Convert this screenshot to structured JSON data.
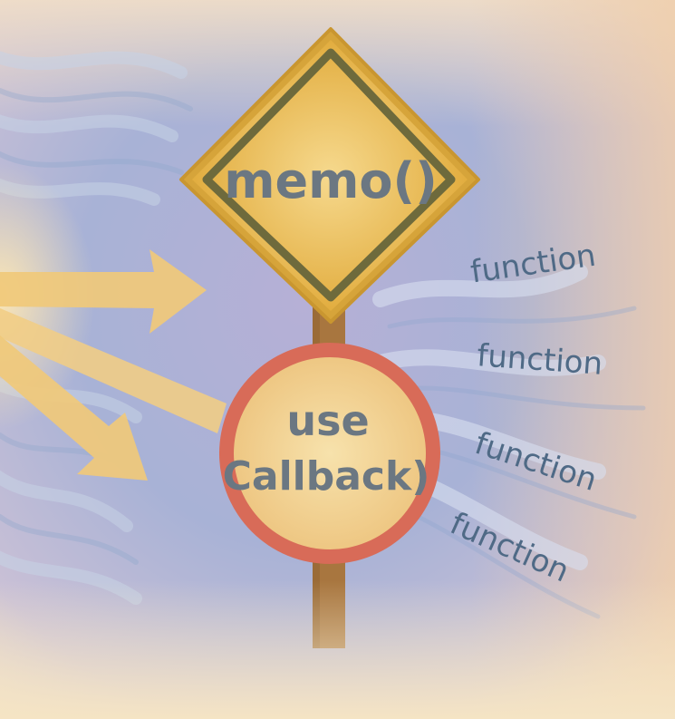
{
  "scene": {
    "top_sign": {
      "shape": "diamond",
      "label": "memo()",
      "fill_color": "#e8b84a",
      "border_color": "#6e6a3c"
    },
    "bottom_sign": {
      "shape": "circle",
      "label_line1": "use",
      "label_line2": "Callback)",
      "fill_color": "#f2d592",
      "ring_color": "#d86b58"
    },
    "pole_color": "#a8763f",
    "arrow_color": "#f0c97a",
    "function_labels": [
      "function",
      "function",
      "function",
      "function"
    ],
    "background_colors": {
      "blue": "#9fb6d4",
      "lavender": "#a7a3cc",
      "cream": "#f5e7c8",
      "peach": "#ecc7a6"
    }
  }
}
